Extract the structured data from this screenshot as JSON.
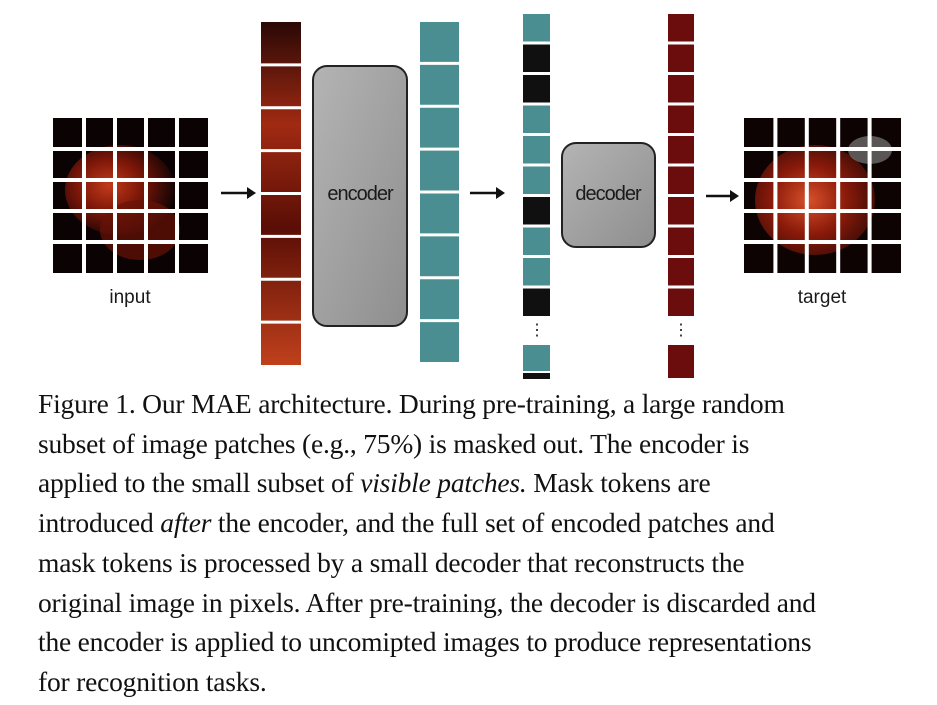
{
  "figure": {
    "input_label": "input",
    "target_label": "target",
    "encoder_label": "encoder",
    "decoder_label": "decoder",
    "ellipsis": "⋮",
    "arrow": "→"
  },
  "caption": {
    "line1": "Figure 1. Our MAE architecture. During pre-training, a large random",
    "line2": "subset of image patches (e.g., 75%) is masked out. The encoder is",
    "line3_a": "applied to the small subset of ",
    "line3_b": "visible patches.",
    "line3_c": " Mask tokens are",
    "line4_a": "introduced ",
    "line4_b": "after",
    "line4_c": " the encoder, and the full set of encoded patches and",
    "line5": "mask tokens is processed by a small decoder that reconstructs the",
    "line6": "original image in pixels. After pre-training, the decoder is discarded and",
    "line7": "the encoder is applied to uncomipted images to produce representations",
    "line8": "for recognition tasks."
  },
  "colors": {
    "teal": "#4a8e91",
    "dark": "#101010",
    "maroon": "#6b0d0d",
    "block_fill": "#a8a8a8"
  }
}
